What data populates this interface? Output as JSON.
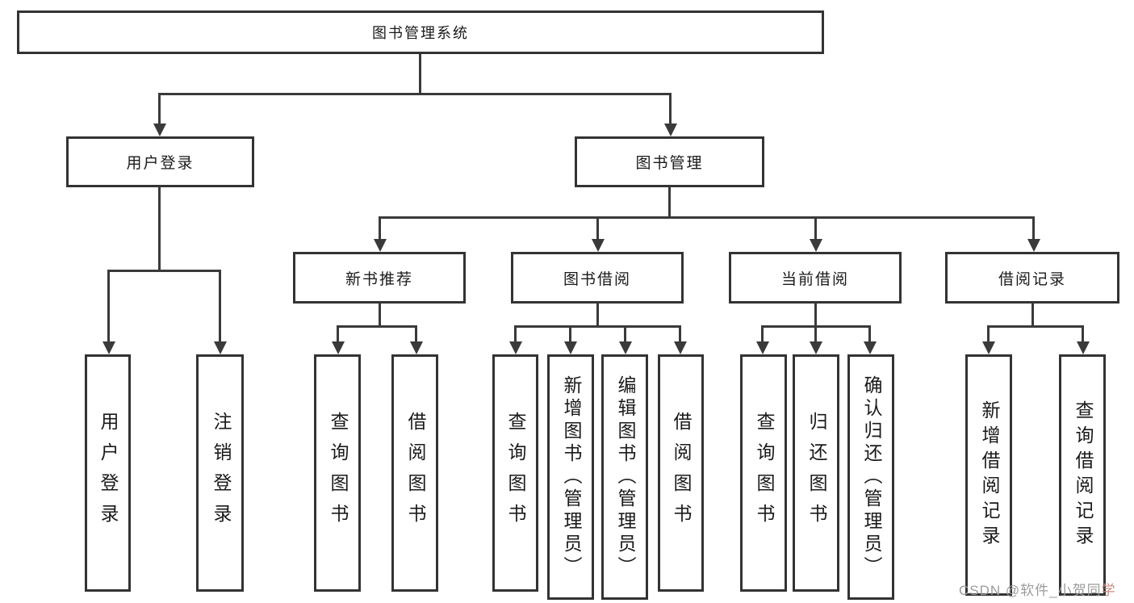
{
  "tree": {
    "label": "图书管理系统",
    "children": [
      {
        "label": "用户登录",
        "children": [
          {
            "label": "用户登录"
          },
          {
            "label": "注销登录"
          }
        ]
      },
      {
        "label": "图书管理",
        "children": [
          {
            "label": "新书推荐",
            "children": [
              {
                "label": "查询图书"
              },
              {
                "label": "借阅图书"
              }
            ]
          },
          {
            "label": "图书借阅",
            "children": [
              {
                "label": "查询图书"
              },
              {
                "label": "新增图书（管理员）"
              },
              {
                "label": "编辑图书（管理员）"
              },
              {
                "label": "借阅图书"
              }
            ]
          },
          {
            "label": "当前借阅",
            "children": [
              {
                "label": "查询图书"
              },
              {
                "label": "归还图书"
              },
              {
                "label": "确认归还（管理员）"
              }
            ]
          },
          {
            "label": "借阅记录",
            "children": [
              {
                "label": "新增借阅记录"
              },
              {
                "label": "查询借阅记录"
              }
            ]
          }
        ]
      }
    ]
  },
  "watermark": {
    "text_main": "CSDN @软件_小贺同",
    "text_accent": "学",
    "color": "#9b9b9b",
    "accent_color": "#c98c85"
  },
  "colors": {
    "line": "#3a3a3a",
    "box_border": "#333333",
    "text": "#1a1a1a",
    "background": "#ffffff"
  }
}
